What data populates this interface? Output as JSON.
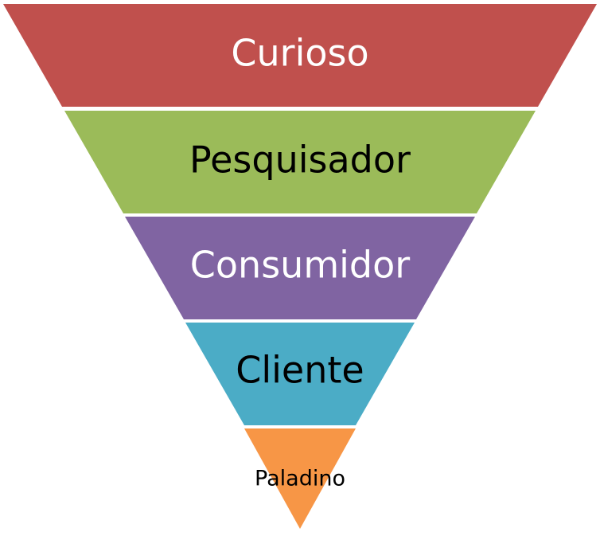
{
  "diagram": {
    "type": "inverted-funnel",
    "stages": [
      {
        "label": "Curioso",
        "color": "#C0504D",
        "text_color": "#FFFFFF"
      },
      {
        "label": "Pesquisador",
        "color": "#9BBB59",
        "text_color": "#000000"
      },
      {
        "label": "Consumidor",
        "color": "#8064A2",
        "text_color": "#FFFFFF"
      },
      {
        "label": "Cliente",
        "color": "#4BACC6",
        "text_color": "#000000"
      },
      {
        "label": "Paladino",
        "color": "#F79646",
        "text_color": "#000000"
      }
    ]
  }
}
